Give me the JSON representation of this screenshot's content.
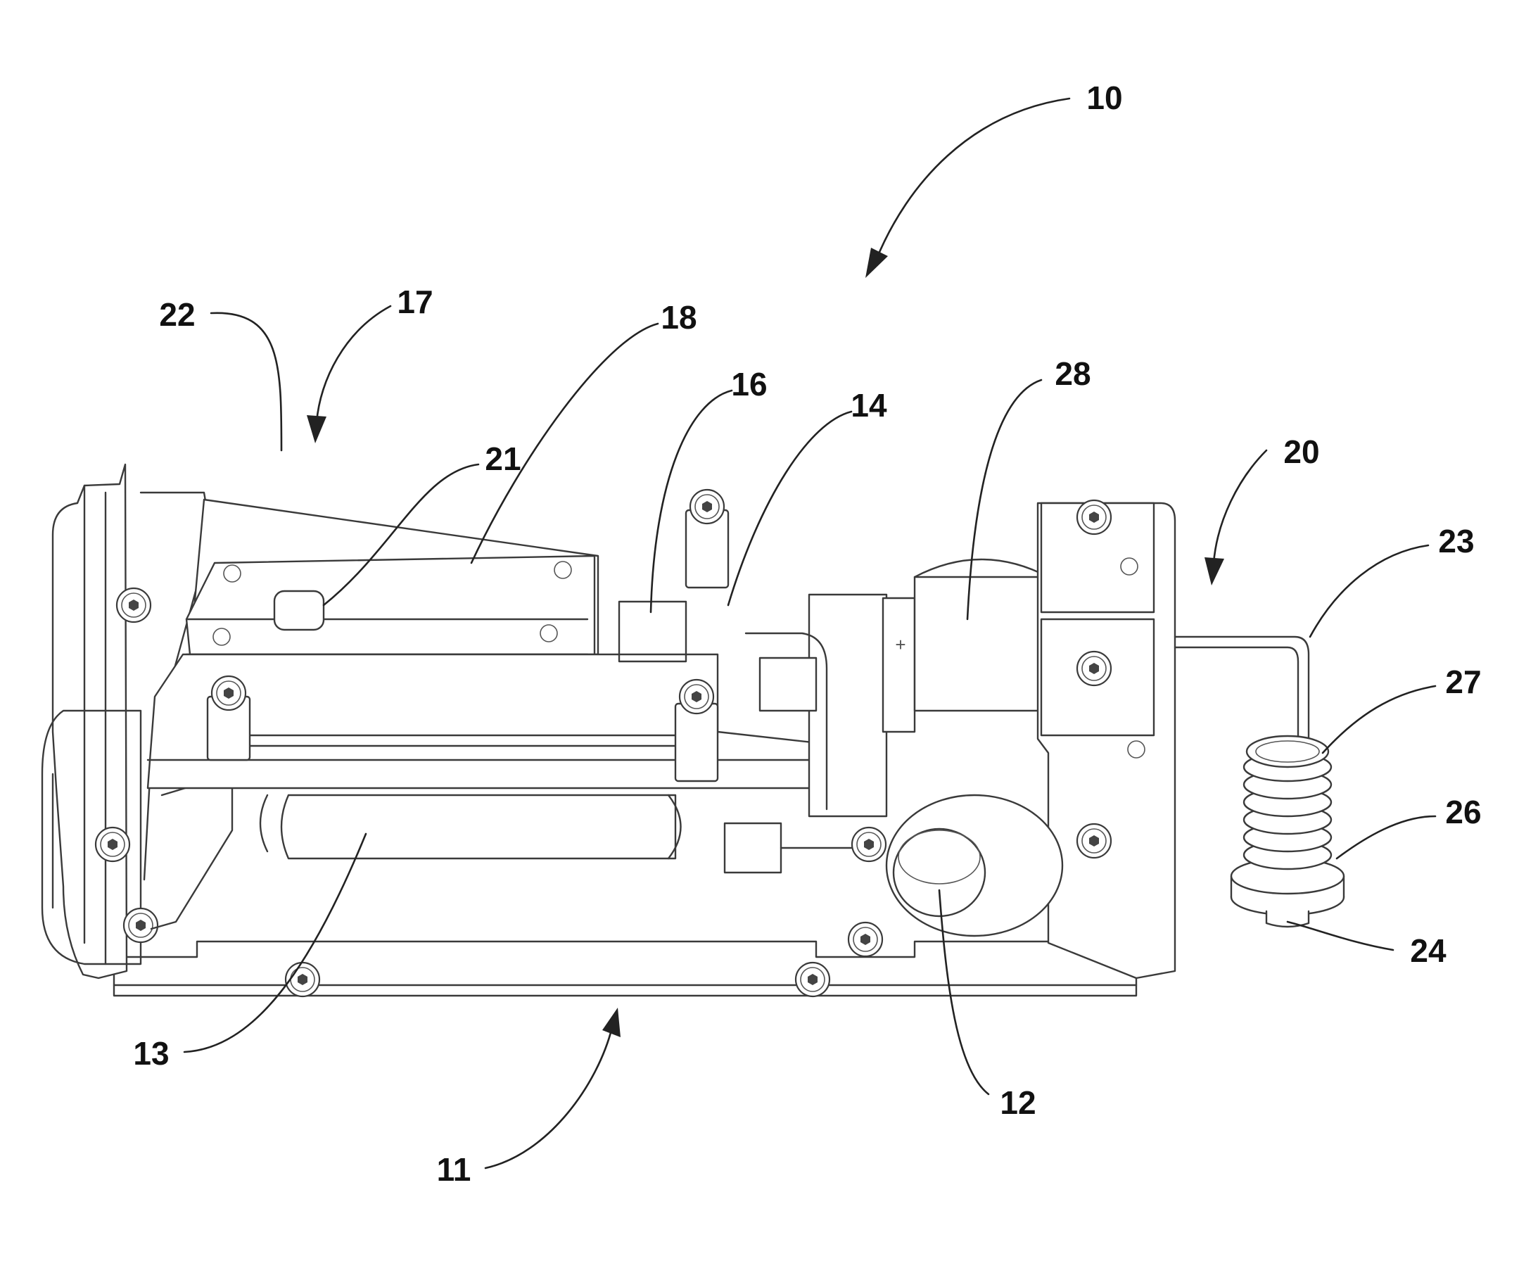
{
  "labels": {
    "l10": "10",
    "l11": "11",
    "l12": "12",
    "l13": "13",
    "l14": "14",
    "l16": "16",
    "l17": "17",
    "l18": "18",
    "l20": "20",
    "l21": "21",
    "l22": "22",
    "l23": "23",
    "l24": "24",
    "l26": "26",
    "l27": "27",
    "l28": "28"
  }
}
